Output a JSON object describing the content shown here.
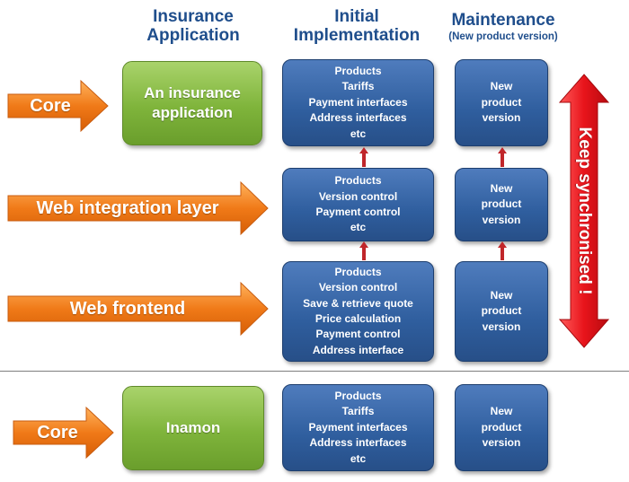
{
  "headers": {
    "col1": {
      "line1": "Insurance",
      "line2": "Application"
    },
    "col2": {
      "line1": "Initial",
      "line2": "Implementation"
    },
    "col3": {
      "line1": "Maintenance",
      "sub": "(New product version)"
    }
  },
  "arrows": {
    "core_top": "Core",
    "web_integration": "Web integration layer",
    "web_frontend": "Web frontend",
    "core_bottom": "Core"
  },
  "apps": {
    "top": "An insurance\napplication",
    "bottom": "Inamon"
  },
  "initial": {
    "core": [
      "Products",
      "Tariffs",
      "Payment interfaces",
      "Address interfaces",
      "etc"
    ],
    "web_integration": [
      "Products",
      "Version control",
      "Payment control",
      "etc"
    ],
    "web_frontend": [
      "Products",
      "Version control",
      "Save & retrieve quote",
      "Price calculation",
      "Payment control",
      "Address interface"
    ],
    "inamon": [
      "Products",
      "Tariffs",
      "Payment interfaces",
      "Address interfaces",
      "etc"
    ]
  },
  "maintenance": {
    "core": [
      "New",
      "product",
      "version"
    ],
    "web_integration": [
      "New",
      "product",
      "version"
    ],
    "web_frontend": [
      "New",
      "product",
      "version"
    ],
    "inamon": [
      "New",
      "product",
      "version"
    ]
  },
  "sync_label": "Keep synchronised !",
  "colors": {
    "header_text": "#1f4e8c",
    "orange_arrow": "#f07a18",
    "green_box": "#7fb43b",
    "blue_box": "#2f5e9e",
    "red_arrow": "#e8141b"
  }
}
